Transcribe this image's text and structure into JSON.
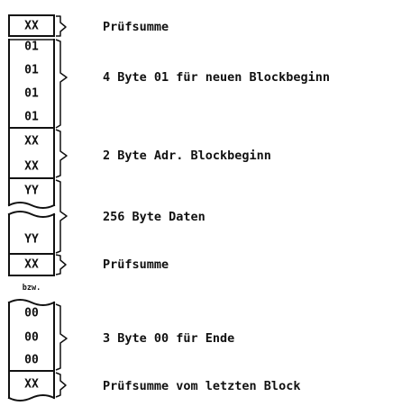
{
  "cells": {
    "c0": "XX",
    "c1": "01",
    "c2": "01",
    "c3": "01",
    "c4": "01",
    "c5": "XX",
    "c6": "XX",
    "c7": "YY",
    "c8": "YY",
    "c9": "XX",
    "c10": "00",
    "c11": "00",
    "c12": "00",
    "c13": "XX"
  },
  "bzw": "bzw.",
  "descriptions": {
    "d0": "Prüfsumme",
    "d1": "4 Byte 01 für neuen Blockbeginn",
    "d2": "2 Byte Adr. Blockbeginn",
    "d3": "256 Byte Daten",
    "d4": "Prüfsumme",
    "d5": "3 Byte 00 für Ende",
    "d6": "Prüfsumme vom letzten Block"
  }
}
